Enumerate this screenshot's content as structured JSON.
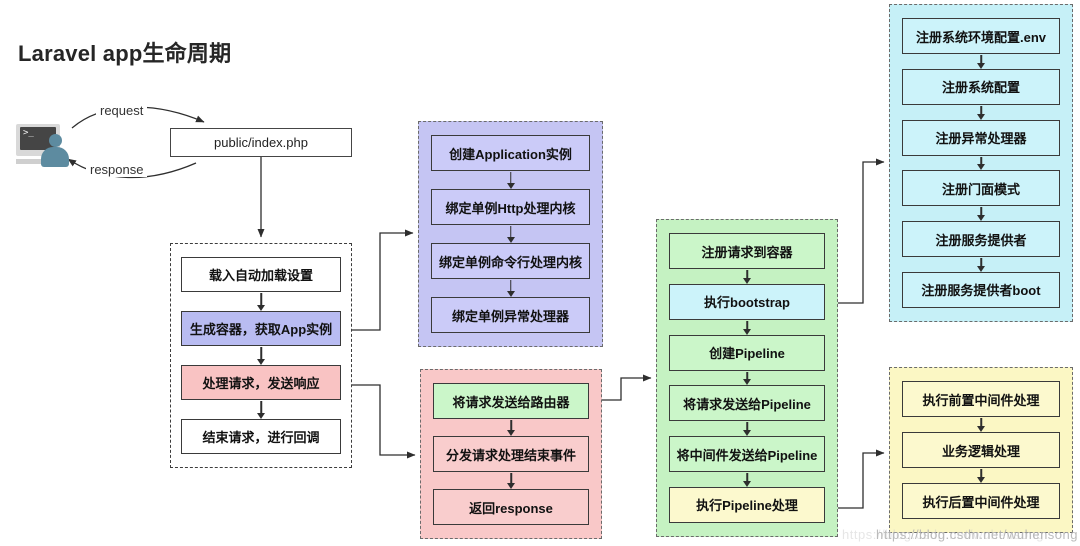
{
  "title": "Laravel app生命周期",
  "client": {
    "icon": "terminal-user-icon",
    "prompt": ">_",
    "request_label": "request",
    "response_label": "response"
  },
  "entry": {
    "label": "public/index.php"
  },
  "groups": {
    "main": {
      "boxes": [
        {
          "label": "载入自动加载设置",
          "color": "white"
        },
        {
          "label": "生成容器，获取App实例",
          "color": "purple"
        },
        {
          "label": "处理请求，发送响应",
          "color": "pink"
        },
        {
          "label": "结束请求，进行回调",
          "color": "white"
        }
      ]
    },
    "bootstrap": {
      "boxes": [
        {
          "label": "创建Application实例"
        },
        {
          "label": "绑定单例Http处理内核"
        },
        {
          "label": "绑定单例命令行处理内核"
        },
        {
          "label": "绑定单例异常处理器"
        }
      ]
    },
    "handle": {
      "boxes": [
        {
          "label": "将请求发送给路由器",
          "color": "green"
        },
        {
          "label": "分发请求处理结束事件",
          "color": "pink"
        },
        {
          "label": "返回response",
          "color": "pink"
        }
      ]
    },
    "pipeline": {
      "boxes": [
        {
          "label": "注册请求到容器",
          "color": "green"
        },
        {
          "label": "执行bootstrap",
          "color": "cyan"
        },
        {
          "label": "创建Pipeline",
          "color": "green"
        },
        {
          "label": "将请求发送给Pipeline",
          "color": "green"
        },
        {
          "label": "将中间件发送给Pipeline",
          "color": "green"
        },
        {
          "label": "执行Pipeline处理",
          "color": "yellow"
        }
      ]
    },
    "register": {
      "boxes": [
        {
          "label": "注册系统环境配置.env"
        },
        {
          "label": "注册系统配置"
        },
        {
          "label": "注册异常处理器"
        },
        {
          "label": "注册门面模式"
        },
        {
          "label": "注册服务提供者"
        },
        {
          "label": "注册服务提供者boot"
        }
      ]
    },
    "middleware": {
      "boxes": [
        {
          "label": "执行前置中间件处理"
        },
        {
          "label": "业务逻辑处理"
        },
        {
          "label": "执行后置中间件处理"
        }
      ]
    }
  },
  "watermark": "https://blog.csdn.net/wuhensong",
  "palette": {
    "purple": "#c5c5f3",
    "purple-lt": "#cbcbf8",
    "pink": "#f9c8c8",
    "pink-lt": "#f9cdcd",
    "green": "#c5f2c2",
    "green-lt": "#cbf6c9",
    "cyan": "#c6f0f7",
    "cyan-lt": "#ccf3fa",
    "yellow": "#fbf7c4",
    "yellow-lt": "#fcf9ce",
    "left-purple": "#b9bcf2",
    "left-pink": "#f9c3c3",
    "line": "#2e2e2e"
  }
}
